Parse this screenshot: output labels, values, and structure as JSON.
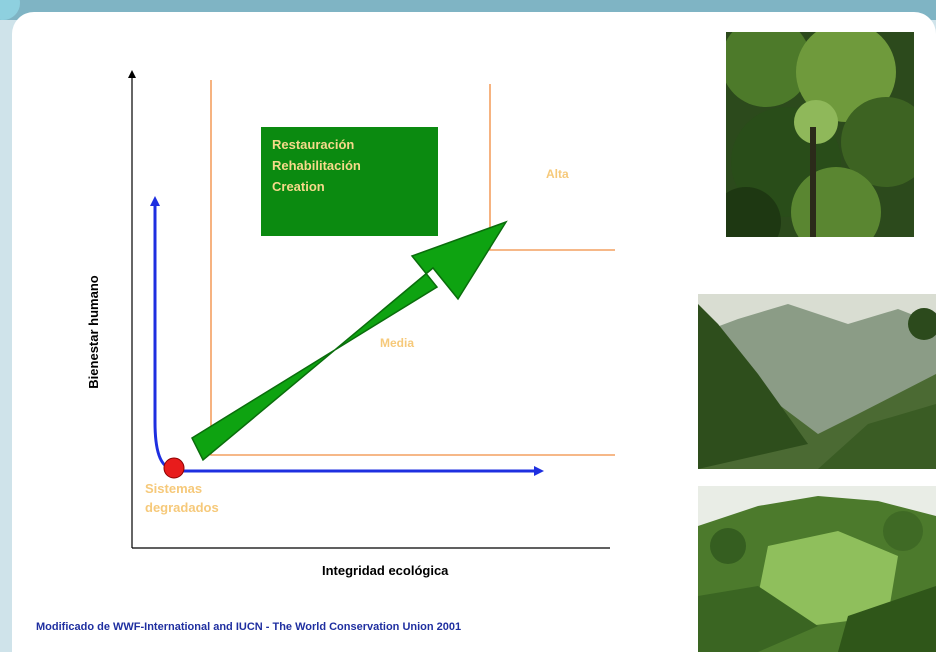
{
  "diagram": {
    "axes": {
      "x_label": "Integridad ecológica",
      "y_label": "Bienestar humano"
    },
    "zones": {
      "media": "Media",
      "alta": "Alta"
    },
    "action_box": {
      "lines": [
        "Restauración",
        "Rehabilitación",
        "Creation"
      ],
      "color": "#0b8a10"
    },
    "start_point": {
      "label_line1": "Sistemas",
      "label_line2": "degradados",
      "color": "#e81c1c"
    },
    "colors": {
      "zone_lines": "#f4a060",
      "zone_text": "#f6c97a",
      "recovery_arrows": "#1e2fe0",
      "progress_arrow": "#0ea311"
    }
  },
  "source_note": "Modificado de WWF-International and IUCN - The World Conservation Union 2001",
  "photos": [
    {
      "icon": "rainforest-canopy-photo"
    },
    {
      "icon": "forested-mountains-photo"
    },
    {
      "icon": "regenerating-hillside-photo"
    }
  ]
}
